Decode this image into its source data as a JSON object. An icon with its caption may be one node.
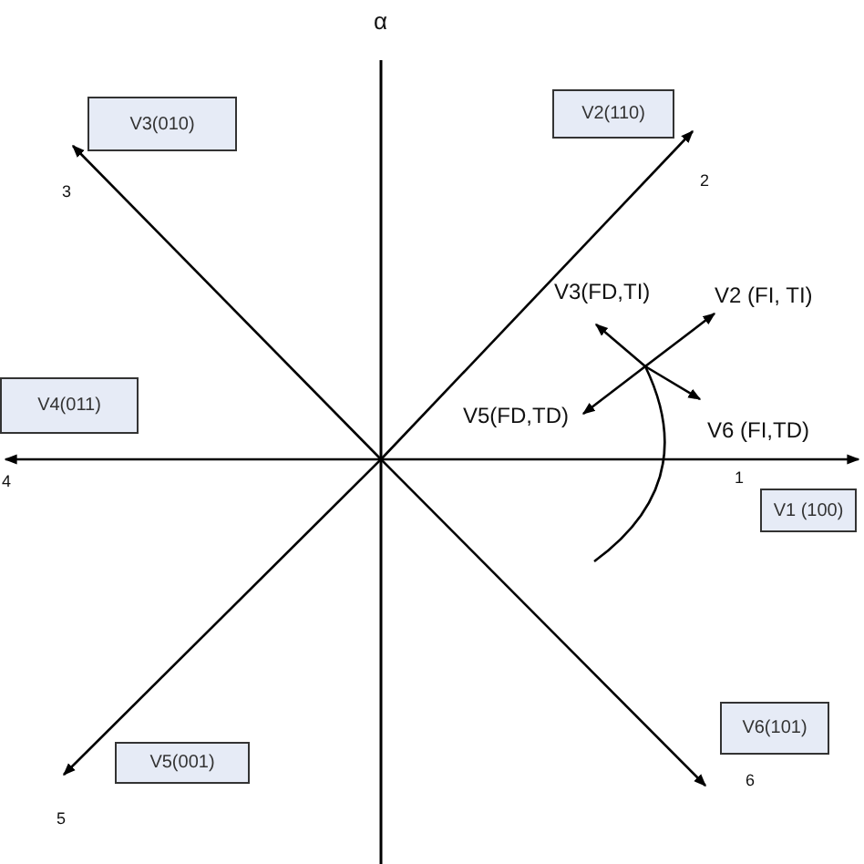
{
  "diagram": {
    "nodes": [
      {
        "text": [
          "V2(110)"
        ]
      },
      {
        "text": [
          "V3(010)"
        ]
      },
      {
        "text": [
          "V4(011)"
        ]
      },
      {
        "text": [
          "V1 (100)"
        ]
      },
      {
        "text": [
          "V6(101)"
        ]
      },
      {
        "text": [
          "V5(001)"
        ]
      }
    ],
    "edges": [
      {
        "from": null,
        "to": 0,
        "arrow": "to"
      },
      {
        "from": null,
        "to": 1,
        "arrow": "to"
      },
      {
        "from": null,
        "to": 5,
        "arrow": "to"
      },
      {
        "from": null,
        "to": 4,
        "arrow": "to"
      },
      {
        "from": null,
        "to": 2,
        "arrow": "to"
      },
      {
        "from": null,
        "to": 3,
        "arrow": "to"
      }
    ],
    "labels": [
      "α",
      "2",
      "3",
      "V3(FD,TI)",
      "V2 (FI, TI)",
      "V5(FD,TD)",
      "V6 (FI,TD)",
      "4",
      "1",
      "5",
      "6"
    ]
  }
}
